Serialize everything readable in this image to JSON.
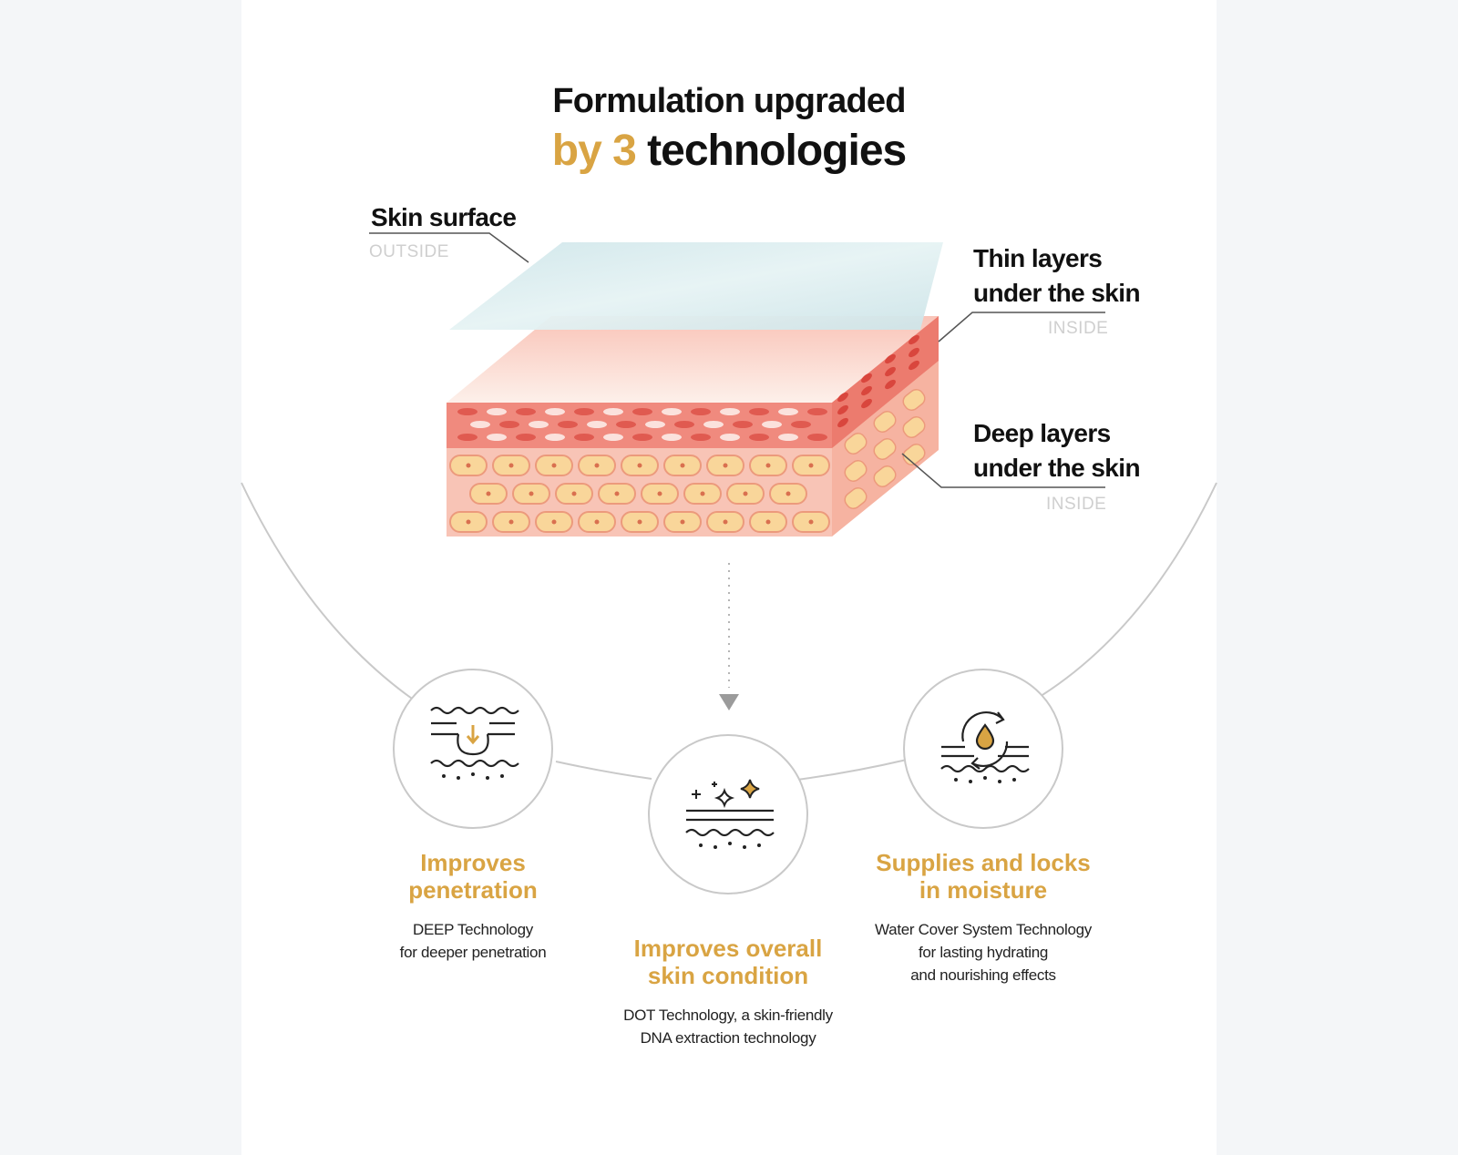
{
  "title": {
    "line1": "Formulation upgraded",
    "line2_accent": "by 3",
    "line2_rest": " technologies"
  },
  "layers": {
    "surface": {
      "title": "Skin surface",
      "sub": "OUTSIDE"
    },
    "thin": {
      "title_line1": "Thin layers",
      "title_line2": "under the skin",
      "sub": "INSIDE"
    },
    "deep": {
      "title_line1": "Deep layers",
      "title_line2": "under the skin",
      "sub": "INSIDE"
    }
  },
  "technologies": [
    {
      "icon": "penetration-icon",
      "heading_line1": "Improves",
      "heading_line2": "penetration",
      "desc_line1": "DEEP Technology",
      "desc_line2": "for deeper penetration"
    },
    {
      "icon": "sparkle-skin-icon",
      "heading_line1": "Improves overall",
      "heading_line2": "skin condition",
      "desc_line1": "DOT Technology, a skin-friendly",
      "desc_line2": "DNA extraction technology"
    },
    {
      "icon": "moisture-cycle-icon",
      "heading_line1": "Supplies and locks",
      "heading_line2": "in moisture",
      "desc_line1": "Water Cover System Technology",
      "desc_line2": "for lasting hydrating",
      "desc_line3": "and nourishing effects"
    }
  ],
  "colors": {
    "accent": "#d9a443",
    "surface_layer": "#d4e9ec",
    "epidermis": "#f28a80",
    "dermis_cells": "#f7d08f",
    "outline": "#c9c9c9"
  }
}
